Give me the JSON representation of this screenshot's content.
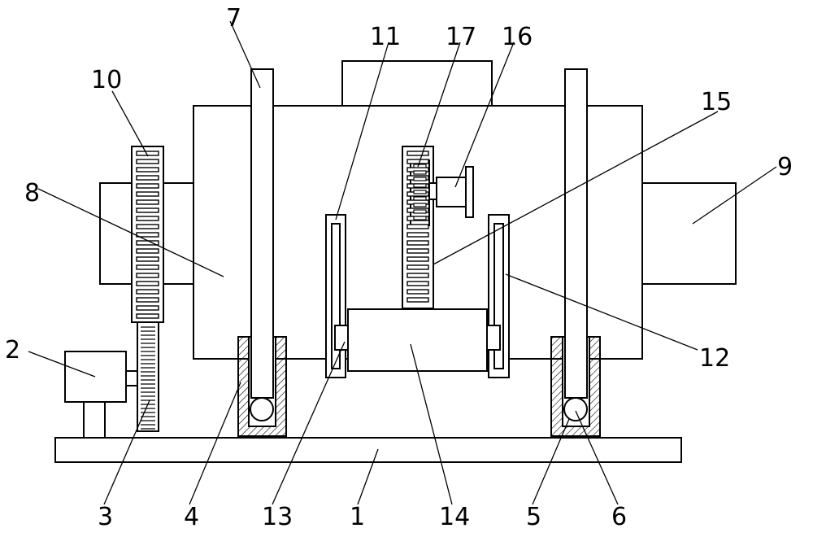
{
  "diagram": {
    "stroke_color": "#000000",
    "fill_color": "#ffffff",
    "labels": {
      "n1": "1",
      "n2": "2",
      "n3": "3",
      "n4": "4",
      "n5": "5",
      "n6": "6",
      "n7": "7",
      "n8": "8",
      "n9": "9",
      "n10": "10",
      "n11": "11",
      "n12": "12",
      "n13": "13",
      "n14": "14",
      "n15": "15",
      "n16": "16",
      "n17": "17"
    }
  }
}
